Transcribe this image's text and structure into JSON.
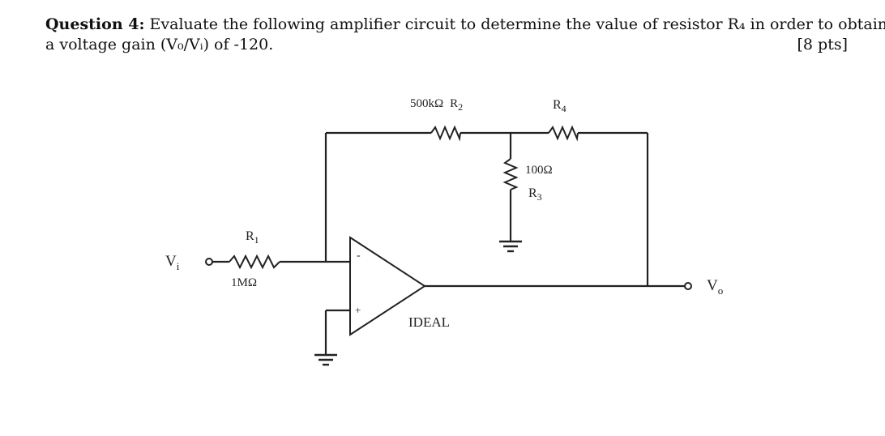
{
  "question": {
    "label": "Question 4:",
    "line1": " Evaluate the following amplifier circuit to determine the value of resistor R₄ in order to obtain",
    "line2": "a voltage gain (V₀/Vᵢ) of -120.",
    "points": "[8 pts]"
  },
  "circuit": {
    "input_label": "V",
    "input_sub": "i",
    "output_label": "V",
    "output_sub": "o",
    "r1": {
      "name": "R",
      "sub": "1",
      "value": "1MΩ"
    },
    "r2": {
      "value": "500kΩ",
      "name": "R",
      "sub": "2"
    },
    "r3": {
      "value": "100Ω",
      "name": "R",
      "sub": "3"
    },
    "r4": {
      "name": "R",
      "sub": "4"
    },
    "opamp": {
      "minus": "-",
      "plus": "+",
      "label": "IDEAL"
    }
  }
}
